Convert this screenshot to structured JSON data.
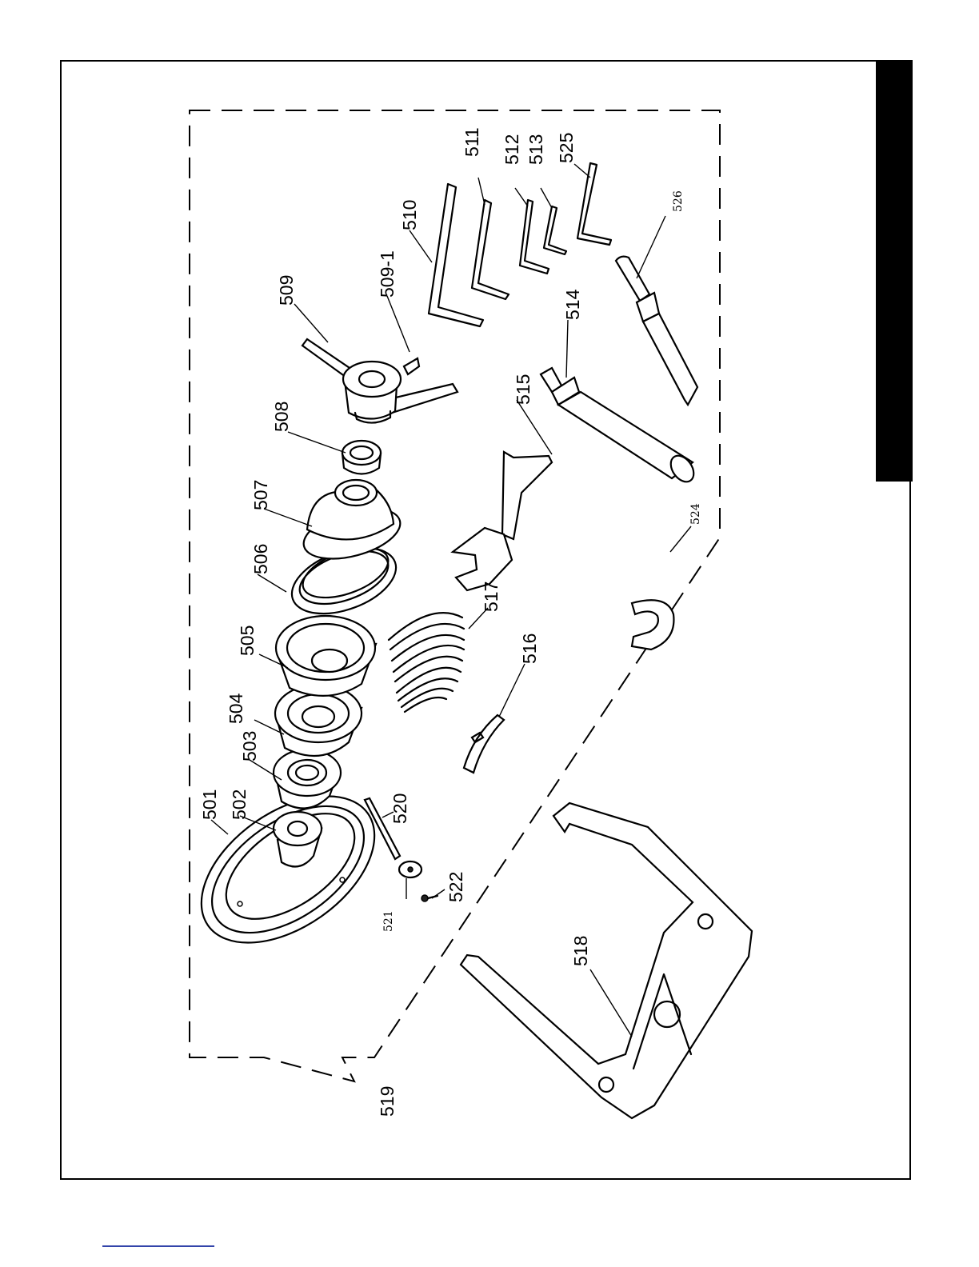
{
  "labels": {
    "p501": "501",
    "p502": "502",
    "p503": "503",
    "p504": "504",
    "p505": "505",
    "p506": "506",
    "p507": "507",
    "p508": "508",
    "p509": "509",
    "p509_1": "509-1",
    "p510": "510",
    "p511": "511",
    "p512": "512",
    "p513": "513",
    "p514": "514",
    "p515": "515",
    "p516": "516",
    "p517": "517",
    "p518": "518",
    "p519": "519",
    "p520": "520",
    "p521": "521",
    "p522": "522",
    "p524": "524",
    "p525": "525",
    "p526": "526"
  }
}
